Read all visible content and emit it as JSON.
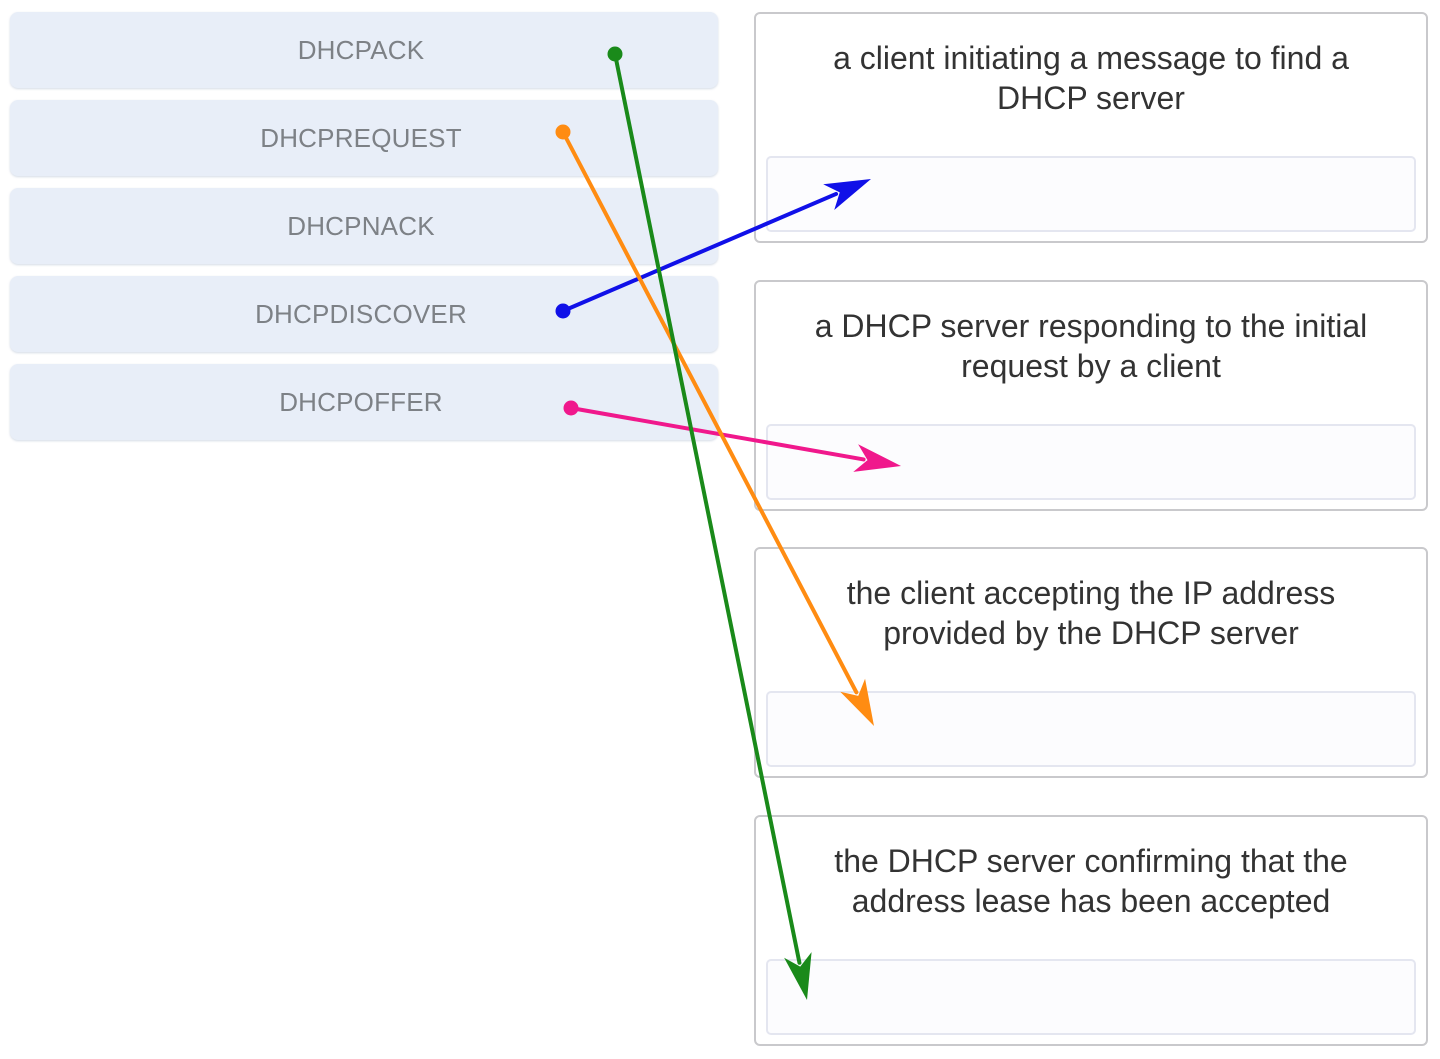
{
  "options": [
    {
      "label": "DHCPACK"
    },
    {
      "label": "DHCPREQUEST"
    },
    {
      "label": "DHCPNACK"
    },
    {
      "label": "DHCPDISCOVER"
    },
    {
      "label": "DHCPOFFER"
    }
  ],
  "targets": [
    {
      "description": "a client initiating a message to find a DHCP server"
    },
    {
      "description": "a DHCP server responding to the initial request by a client"
    },
    {
      "description": "the client accepting the IP address provided by the DHCP server"
    },
    {
      "description": "the DHCP server confirming that the address lease has been accepted"
    }
  ],
  "matches": [
    {
      "option": "DHCPDISCOVER",
      "target": "a client initiating a message to find a DHCP server",
      "color": "#1010e8"
    },
    {
      "option": "DHCPOFFER",
      "target": "a DHCP server responding to the initial request by a client",
      "color": "#f0188c"
    },
    {
      "option": "DHCPREQUEST",
      "target": "the client accepting the IP address provided by the DHCP server",
      "color": "#ff8c12"
    },
    {
      "option": "DHCPACK",
      "target": "the DHCP server confirming that the address lease has been accepted",
      "color": "#1a8a1a"
    }
  ]
}
